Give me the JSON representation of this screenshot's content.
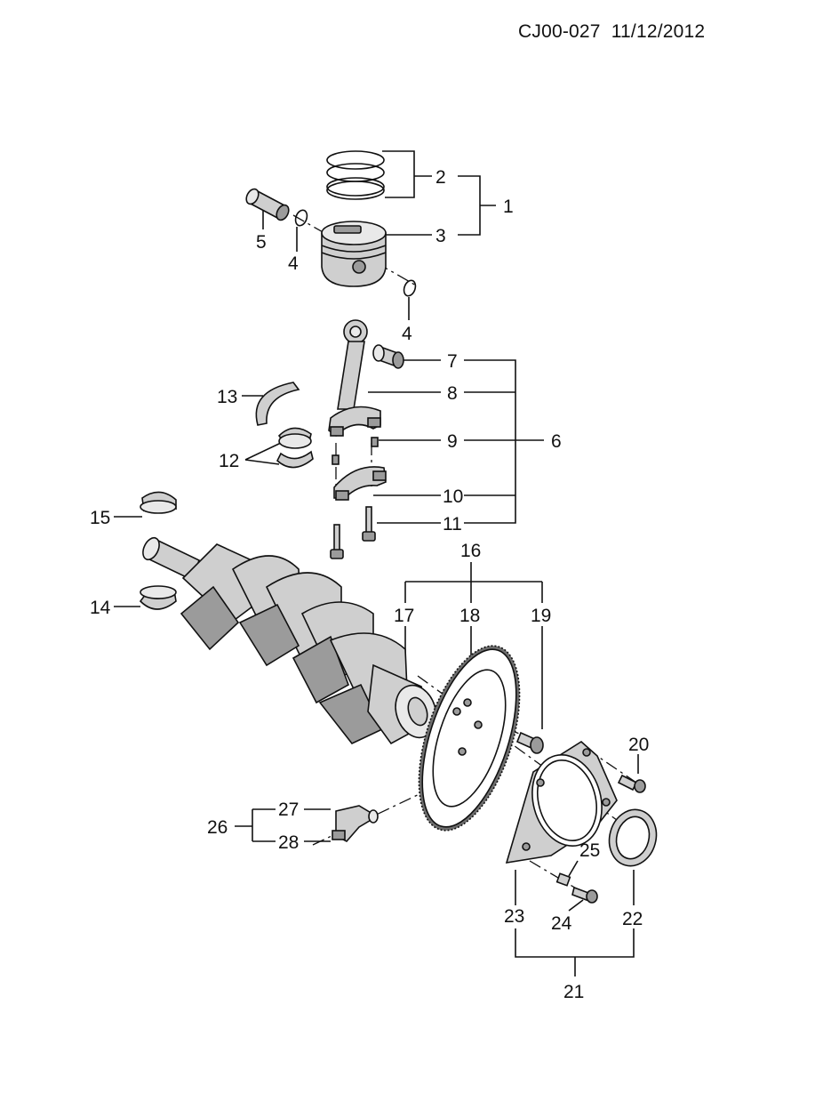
{
  "header": {
    "code": "CJ00-027",
    "date": "11/12/2012"
  },
  "callouts": {
    "c1": "1",
    "c2": "2",
    "c3": "3",
    "c4a": "4",
    "c4b": "4",
    "c5": "5",
    "c6": "6",
    "c7": "7",
    "c8": "8",
    "c9": "9",
    "c10": "10",
    "c11": "11",
    "c12": "12",
    "c13": "13",
    "c14": "14",
    "c15": "15",
    "c16": "16",
    "c17": "17",
    "c18": "18",
    "c19": "19",
    "c20": "20",
    "c21": "21",
    "c22": "22",
    "c23": "23",
    "c24": "24",
    "c25": "25",
    "c26": "26",
    "c27": "27",
    "c28": "28"
  },
  "parts": [
    "piston-ring-set-icon",
    "piston-icon",
    "piston-pin-circlip-icon",
    "piston-pin-icon",
    "connecting-rod-icon",
    "connecting-rod-bushing-icon",
    "rod-bearing-shell-icon",
    "thrust-washer-icon",
    "main-bearing-shell-icon",
    "crankshaft-icon",
    "flywheel-ring-gear-icon",
    "flywheel-bolt-icon",
    "rear-seal-retainer-icon",
    "rear-oil-seal-icon",
    "crankshaft-position-sensor-icon"
  ]
}
